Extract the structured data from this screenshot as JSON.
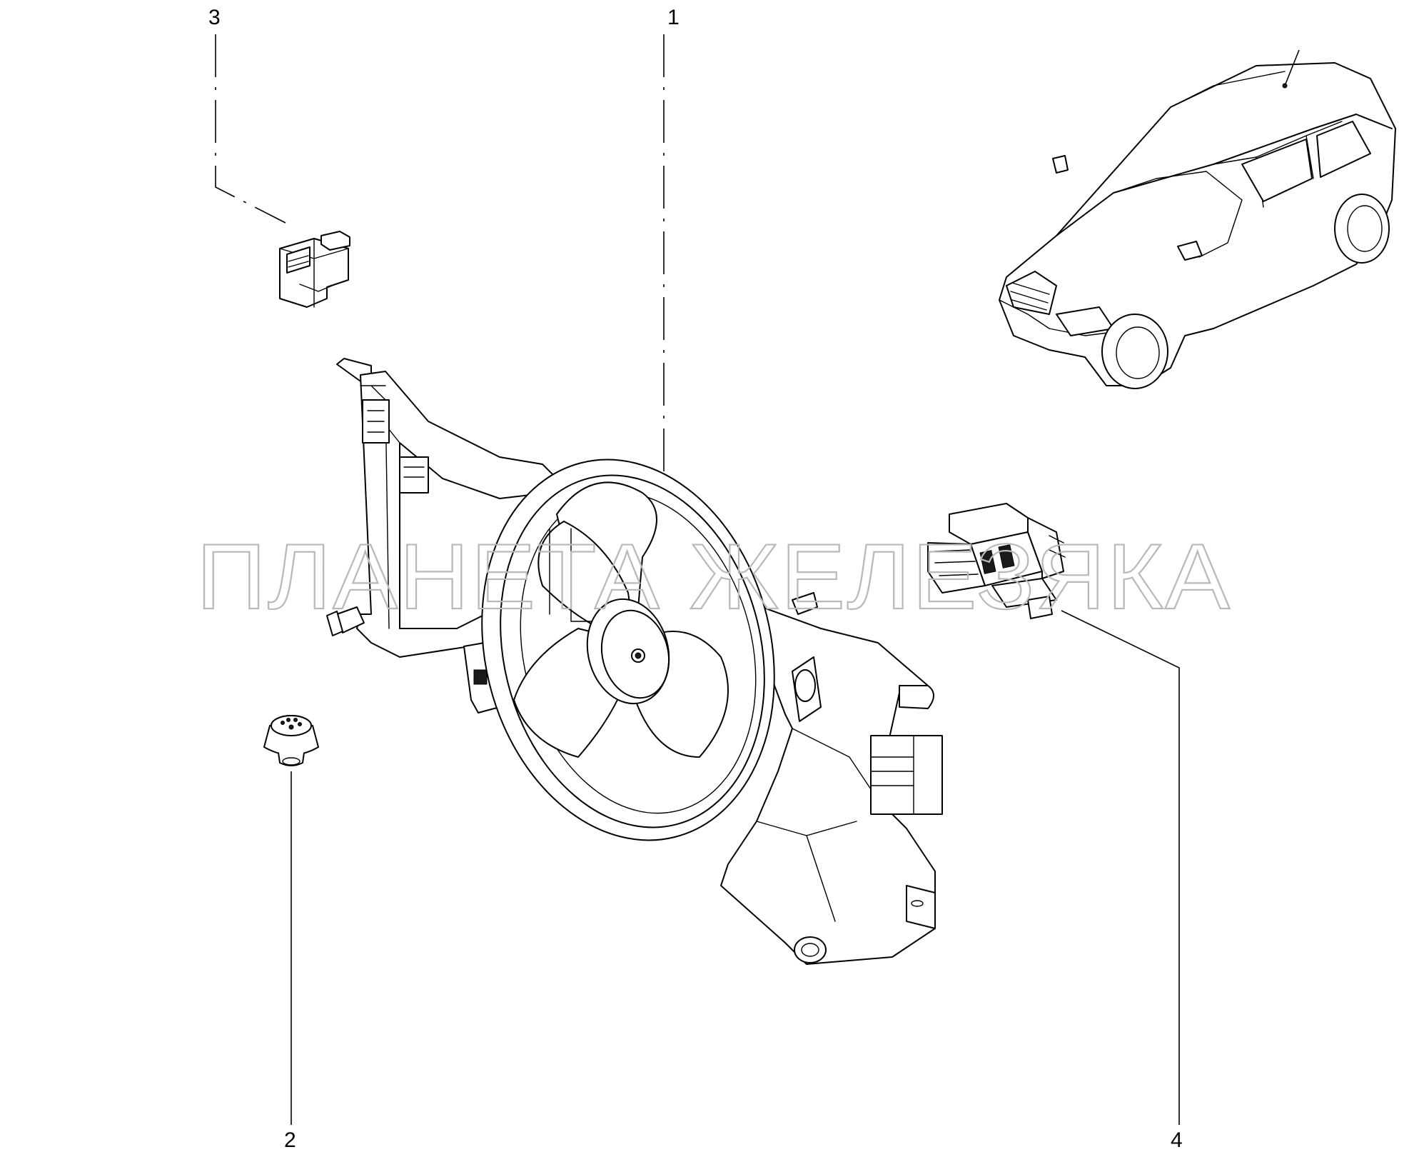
{
  "diagram": {
    "callouts": [
      {
        "id": "1",
        "label": "1",
        "part": "fan-assembly"
      },
      {
        "id": "2",
        "label": "2",
        "part": "bushing"
      },
      {
        "id": "3",
        "label": "3",
        "part": "clip"
      },
      {
        "id": "4",
        "label": "4",
        "part": "resistor-connector"
      }
    ],
    "watermark": "ПЛАНЕТА ЖЕЛЕЗЯКА"
  }
}
